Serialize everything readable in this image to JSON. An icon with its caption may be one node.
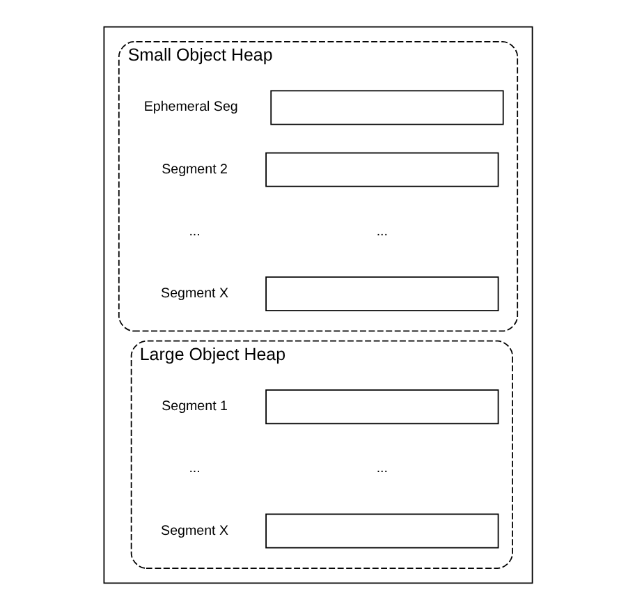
{
  "diagram": {
    "nodes": [
      {
        "text": [],
        "shape": "box"
      },
      {
        "text": [
          "Small Object Heap"
        ],
        "in": 0
      },
      {
        "text": [],
        "shape": "box",
        "in": 1,
        "beside": [
          "Ephemeral Seg"
        ]
      },
      {
        "text": [],
        "shape": "box",
        "in": 1,
        "beside": [
          "Segment 2"
        ]
      },
      {
        "text": [],
        "shape": "box",
        "in": 1,
        "beside": [
          "Segment X"
        ]
      },
      {
        "text": [
          "Large Object Heap"
        ],
        "in": 0
      },
      {
        "text": [],
        "shape": "box",
        "in": 5,
        "beside": [
          "Segment 1"
        ]
      },
      {
        "text": [],
        "shape": "box",
        "in": 5,
        "beside": [
          "Segment X"
        ]
      }
    ],
    "edges": [],
    "labels": [
      "...",
      "...",
      "...",
      "..."
    ]
  }
}
